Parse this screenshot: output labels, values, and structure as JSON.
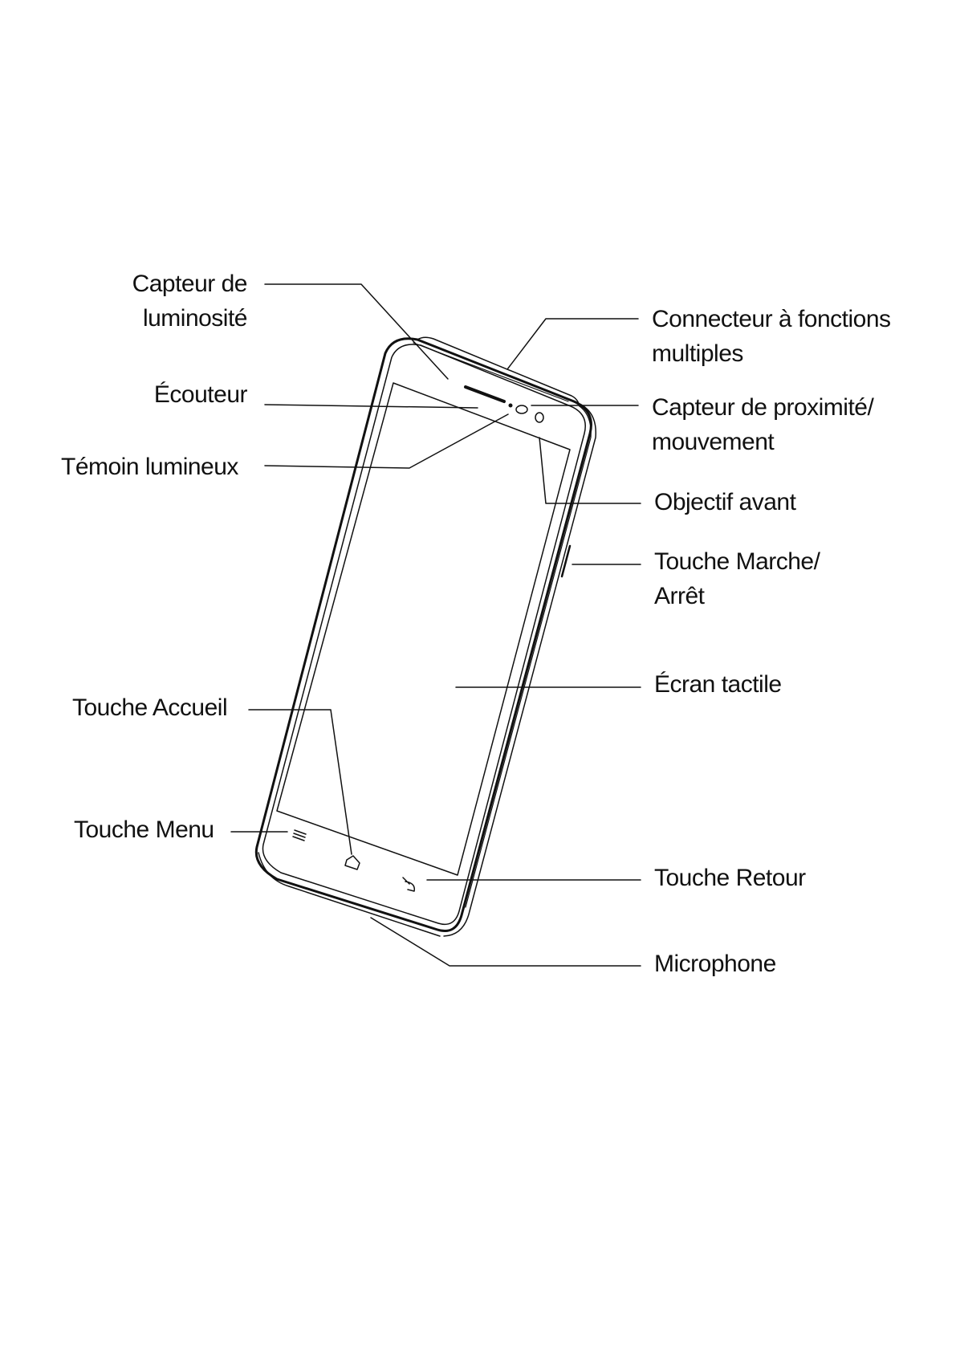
{
  "labels": {
    "light_sensor": [
      "Capteur de",
      "luminosité"
    ],
    "earpiece": "Écouteur",
    "indicator_light": "Témoin lumineux",
    "multi_connector": [
      "Connecteur à fonctions",
      "multiples"
    ],
    "proximity_sensor": [
      "Capteur de proximité/",
      "mouvement"
    ],
    "front_lens": "Objectif avant",
    "power_key": [
      "Touche Marche/",
      "Arrêt"
    ],
    "touch_screen": "Écran tactile",
    "home_key": "Touche Accueil",
    "menu_key": "Touche Menu",
    "back_key": "Touche Retour",
    "microphone": "Microphone"
  },
  "colors": {
    "line": "#111111",
    "background": "#ffffff"
  },
  "icons": {
    "menu_key": "menu-icon",
    "home_key": "home-icon",
    "back_key": "back-icon"
  }
}
